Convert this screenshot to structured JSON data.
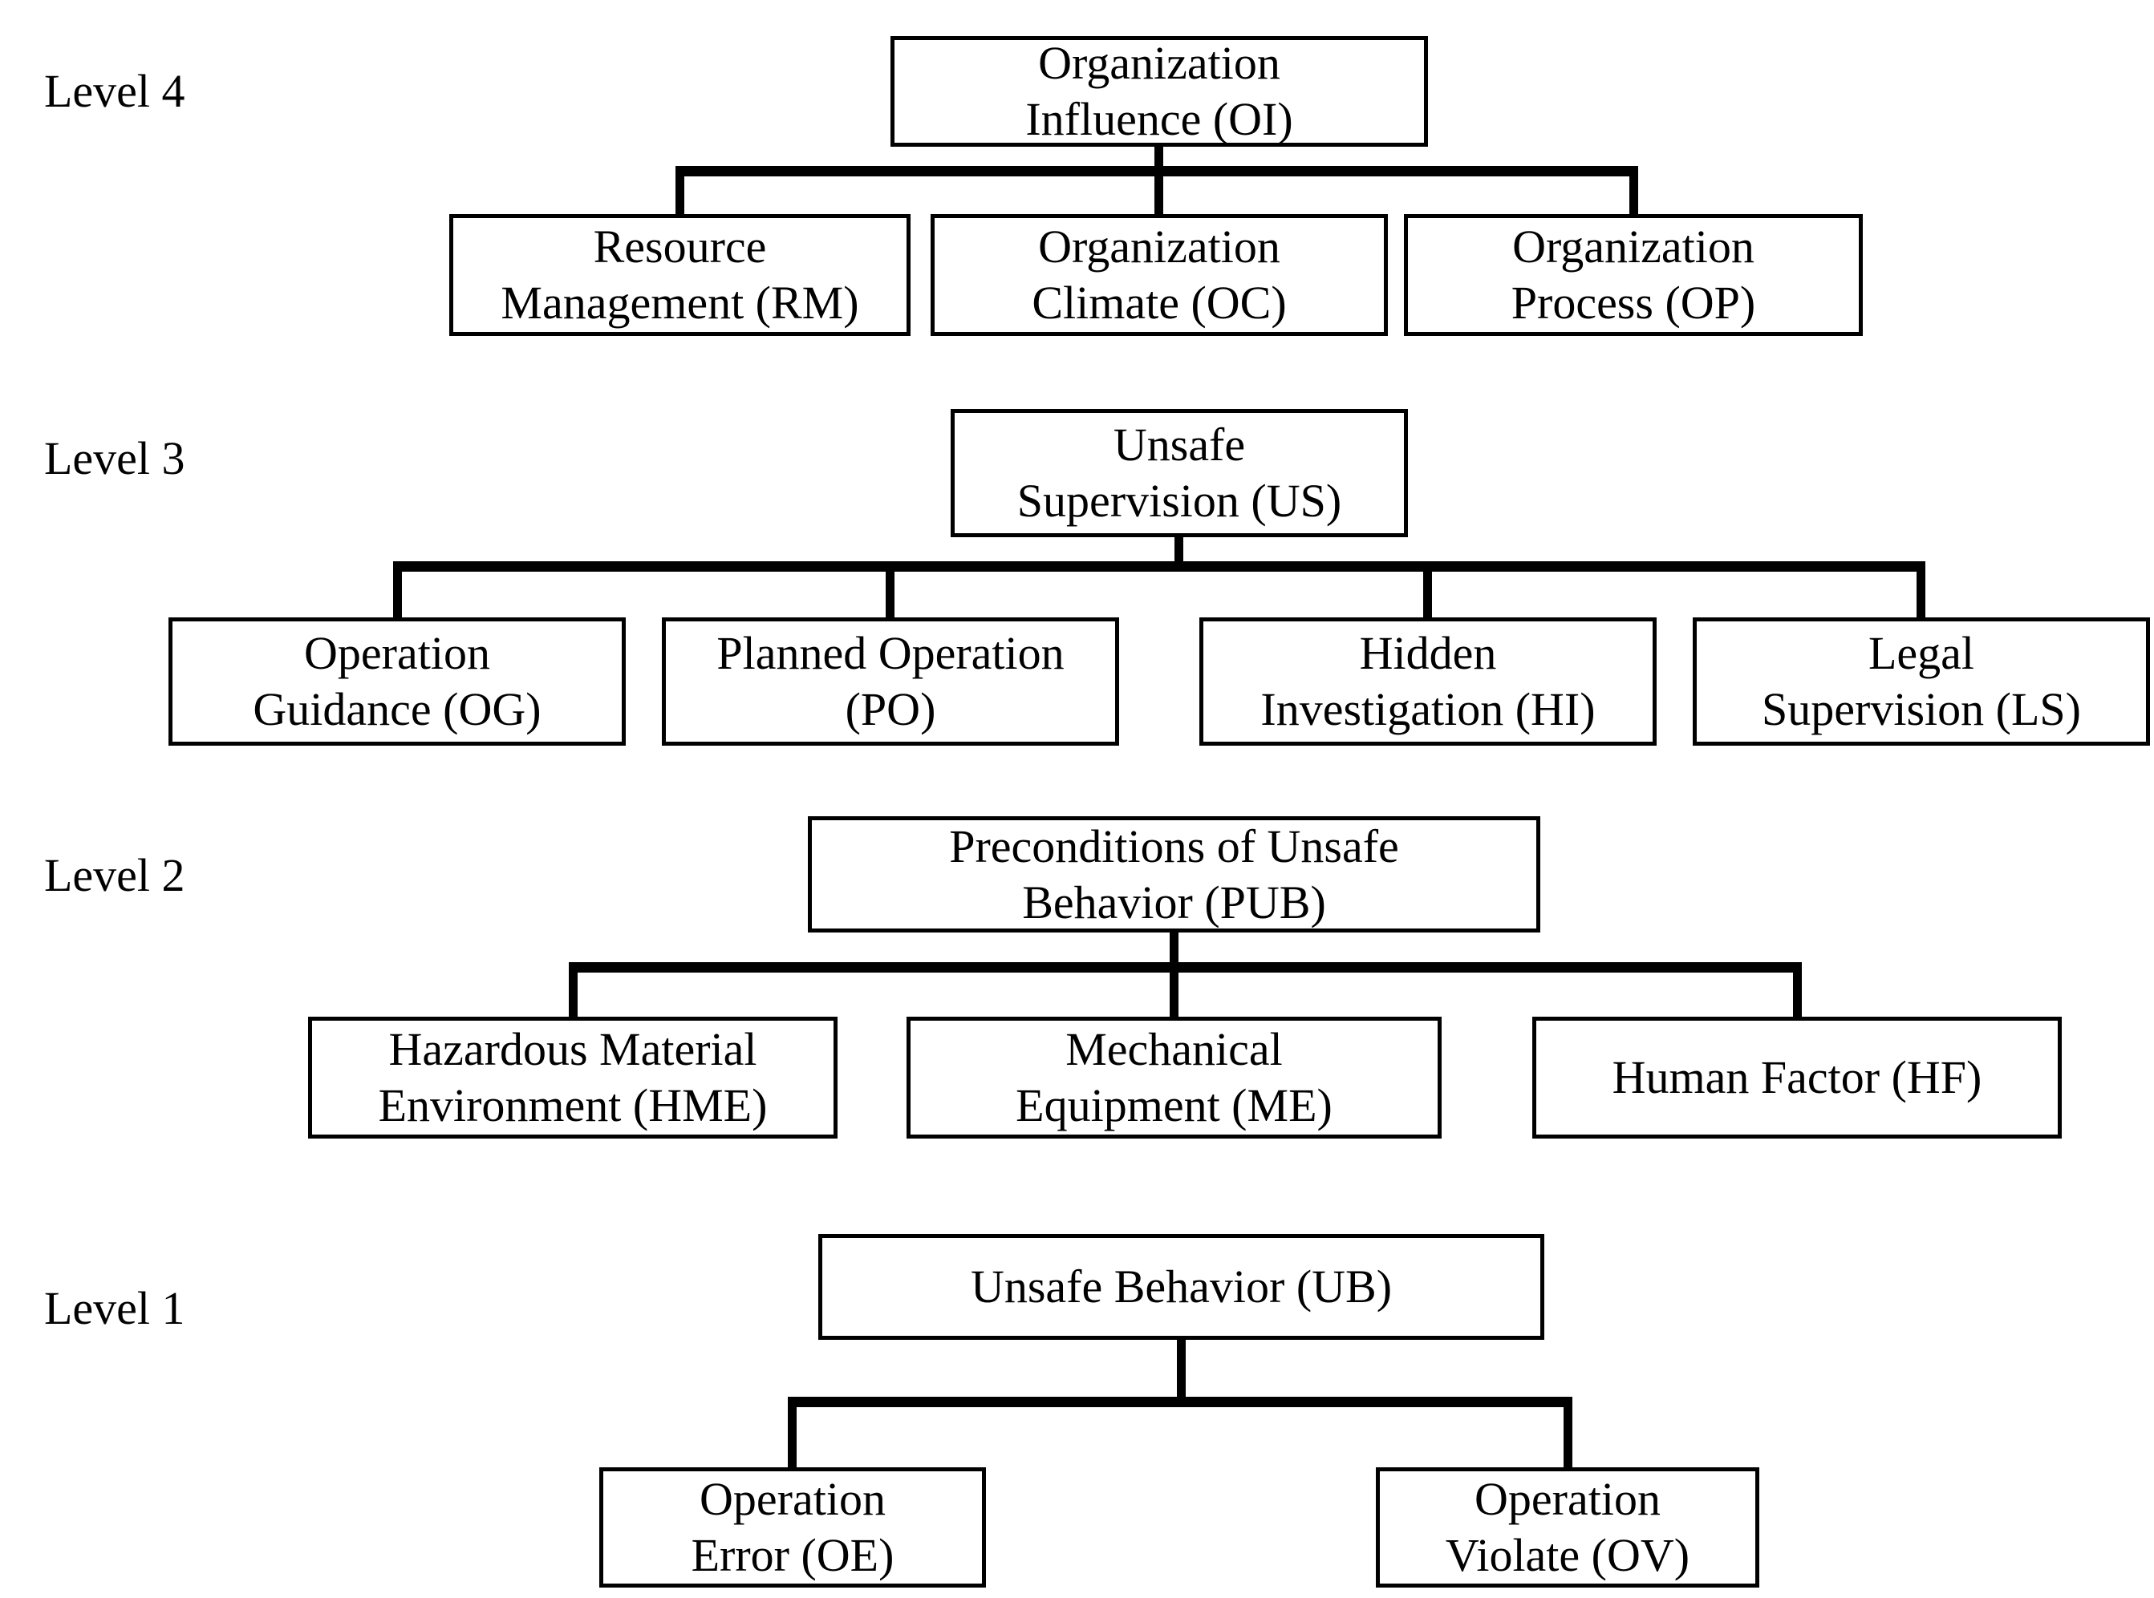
{
  "colors": {
    "background": "#ffffff",
    "line": "#000000",
    "text": "#000000"
  },
  "levels": [
    {
      "label": "Level 4",
      "parent": {
        "line1": "Organization",
        "line2": "Influence (OI)"
      },
      "children": [
        {
          "line1": "Resource",
          "line2": "Management (RM)"
        },
        {
          "line1": "Organization",
          "line2": "Climate (OC)"
        },
        {
          "line1": "Organization",
          "line2": "Process (OP)"
        }
      ]
    },
    {
      "label": "Level 3",
      "parent": {
        "line1": "Unsafe",
        "line2": "Supervision (US)"
      },
      "children": [
        {
          "line1": "Operation",
          "line2": "Guidance (OG)"
        },
        {
          "line1": "Planned Operation",
          "line2": "(PO)"
        },
        {
          "line1": "Hidden",
          "line2": "Investigation (HI)"
        },
        {
          "line1": "Legal",
          "line2": "Supervision (LS)"
        }
      ]
    },
    {
      "label": "Level 2",
      "parent": {
        "line1": "Preconditions of Unsafe",
        "line2": "Behavior (PUB)"
      },
      "children": [
        {
          "line1": "Hazardous Material",
          "line2": "Environment (HME)"
        },
        {
          "line1": "Mechanical",
          "line2": "Equipment (ME)"
        },
        {
          "line1": "Human Factor (HF)"
        }
      ]
    },
    {
      "label": "Level 1",
      "parent": {
        "line1": "Unsafe Behavior (UB)"
      },
      "children": [
        {
          "line1": "Operation",
          "line2": "Error (OE)"
        },
        {
          "line1": "Operation",
          "line2": "Violate (OV)"
        }
      ]
    }
  ]
}
